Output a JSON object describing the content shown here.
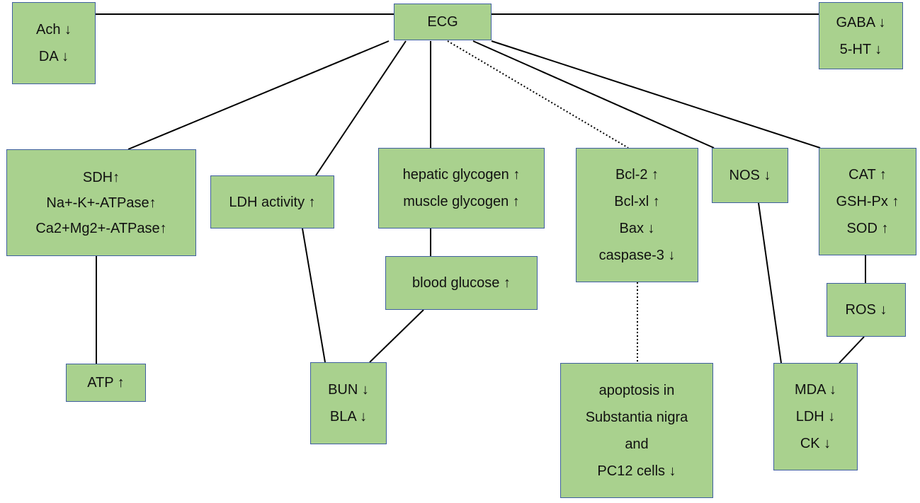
{
  "nodes": {
    "ach": [
      "Ach ↓",
      "DA ↓"
    ],
    "ecg": [
      "ECG"
    ],
    "gaba": [
      "GABA ↓",
      "5-HT ↓"
    ],
    "sdh": [
      "SDH↑",
      "Na+-K+-ATPase↑",
      "Ca2+Mg2+-ATPase↑"
    ],
    "ldh_activity": [
      "LDH activity ↑"
    ],
    "glycogen": [
      "hepatic glycogen ↑",
      "muscle glycogen ↑"
    ],
    "bcl": [
      "Bcl-2 ↑",
      "Bcl-xl ↑",
      "Bax ↓",
      "caspase-3 ↓"
    ],
    "nos": [
      "NOS ↓"
    ],
    "cat": [
      "CAT ↑",
      "GSH-Px ↑",
      "SOD ↑"
    ],
    "blood_glucose": [
      "blood glucose ↑"
    ],
    "ros": [
      "ROS ↓"
    ],
    "atp": [
      "ATP ↑"
    ],
    "bun": [
      "BUN ↓",
      "BLA ↓"
    ],
    "apoptosis": [
      "apoptosis in",
      "Substantia nigra",
      "and",
      "PC12 cells ↓"
    ],
    "mda": [
      "MDA ↓",
      "LDH ↓",
      "CK ↓"
    ]
  },
  "edges": [
    {
      "from": "ecg",
      "to": "ach",
      "style": "solid"
    },
    {
      "from": "ecg",
      "to": "gaba",
      "style": "solid"
    },
    {
      "from": "ecg",
      "to": "sdh",
      "style": "solid"
    },
    {
      "from": "ecg",
      "to": "ldh_activity",
      "style": "solid"
    },
    {
      "from": "ecg",
      "to": "glycogen",
      "style": "solid"
    },
    {
      "from": "ecg",
      "to": "bcl",
      "style": "dotted"
    },
    {
      "from": "ecg",
      "to": "nos",
      "style": "solid"
    },
    {
      "from": "ecg",
      "to": "cat",
      "style": "solid"
    },
    {
      "from": "sdh",
      "to": "atp",
      "style": "solid"
    },
    {
      "from": "ldh_activity",
      "to": "bun",
      "style": "solid"
    },
    {
      "from": "glycogen",
      "to": "blood_glucose",
      "style": "solid"
    },
    {
      "from": "blood_glucose",
      "to": "bun",
      "style": "solid"
    },
    {
      "from": "bcl",
      "to": "apoptosis",
      "style": "dotted"
    },
    {
      "from": "nos",
      "to": "mda",
      "style": "solid"
    },
    {
      "from": "cat",
      "to": "ros",
      "style": "solid"
    },
    {
      "from": "ros",
      "to": "mda",
      "style": "solid"
    }
  ]
}
